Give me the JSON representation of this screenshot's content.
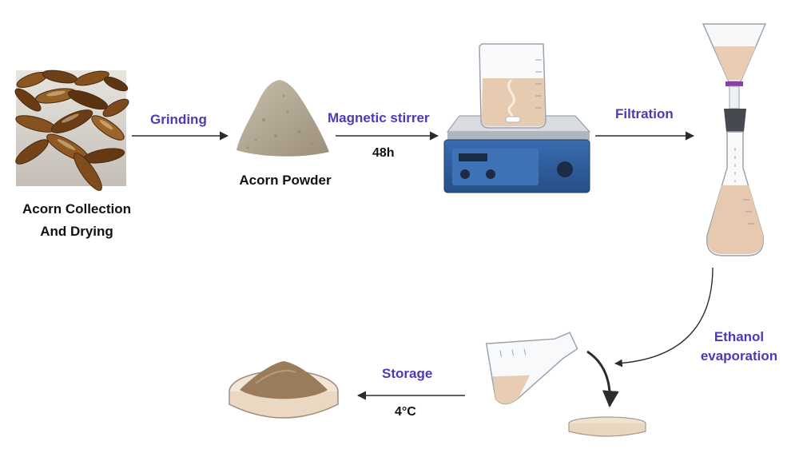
{
  "diagram": {
    "nodes": {
      "acorn": {
        "label_line1": "Acorn Collection",
        "label_line2": "And Drying"
      },
      "powder": {
        "label": "Acorn Powder"
      },
      "stirrer": {},
      "filtration_setup": {},
      "evaporation_flask": {},
      "storage_dish": {}
    },
    "steps": {
      "grinding": {
        "label": "Grinding"
      },
      "magnetic_stirrer": {
        "label": "Magnetic stirrer",
        "duration": "48h"
      },
      "filtration": {
        "label": "Filtration"
      },
      "ethanol_evaporation": {
        "label_line1": "Ethanol",
        "label_line2": "evaporation"
      },
      "storage": {
        "label": "Storage",
        "temperature": "4°C"
      }
    },
    "colors": {
      "step_label": "#4b3bb5",
      "node_label": "#111111",
      "arrow": "#2b2b2b",
      "acorn_brown": "#7a4a1c",
      "powder_gray": "#b7ab96",
      "stirrer_blue": "#2f5f9e",
      "extract_beige": "#e9d3bf"
    }
  }
}
